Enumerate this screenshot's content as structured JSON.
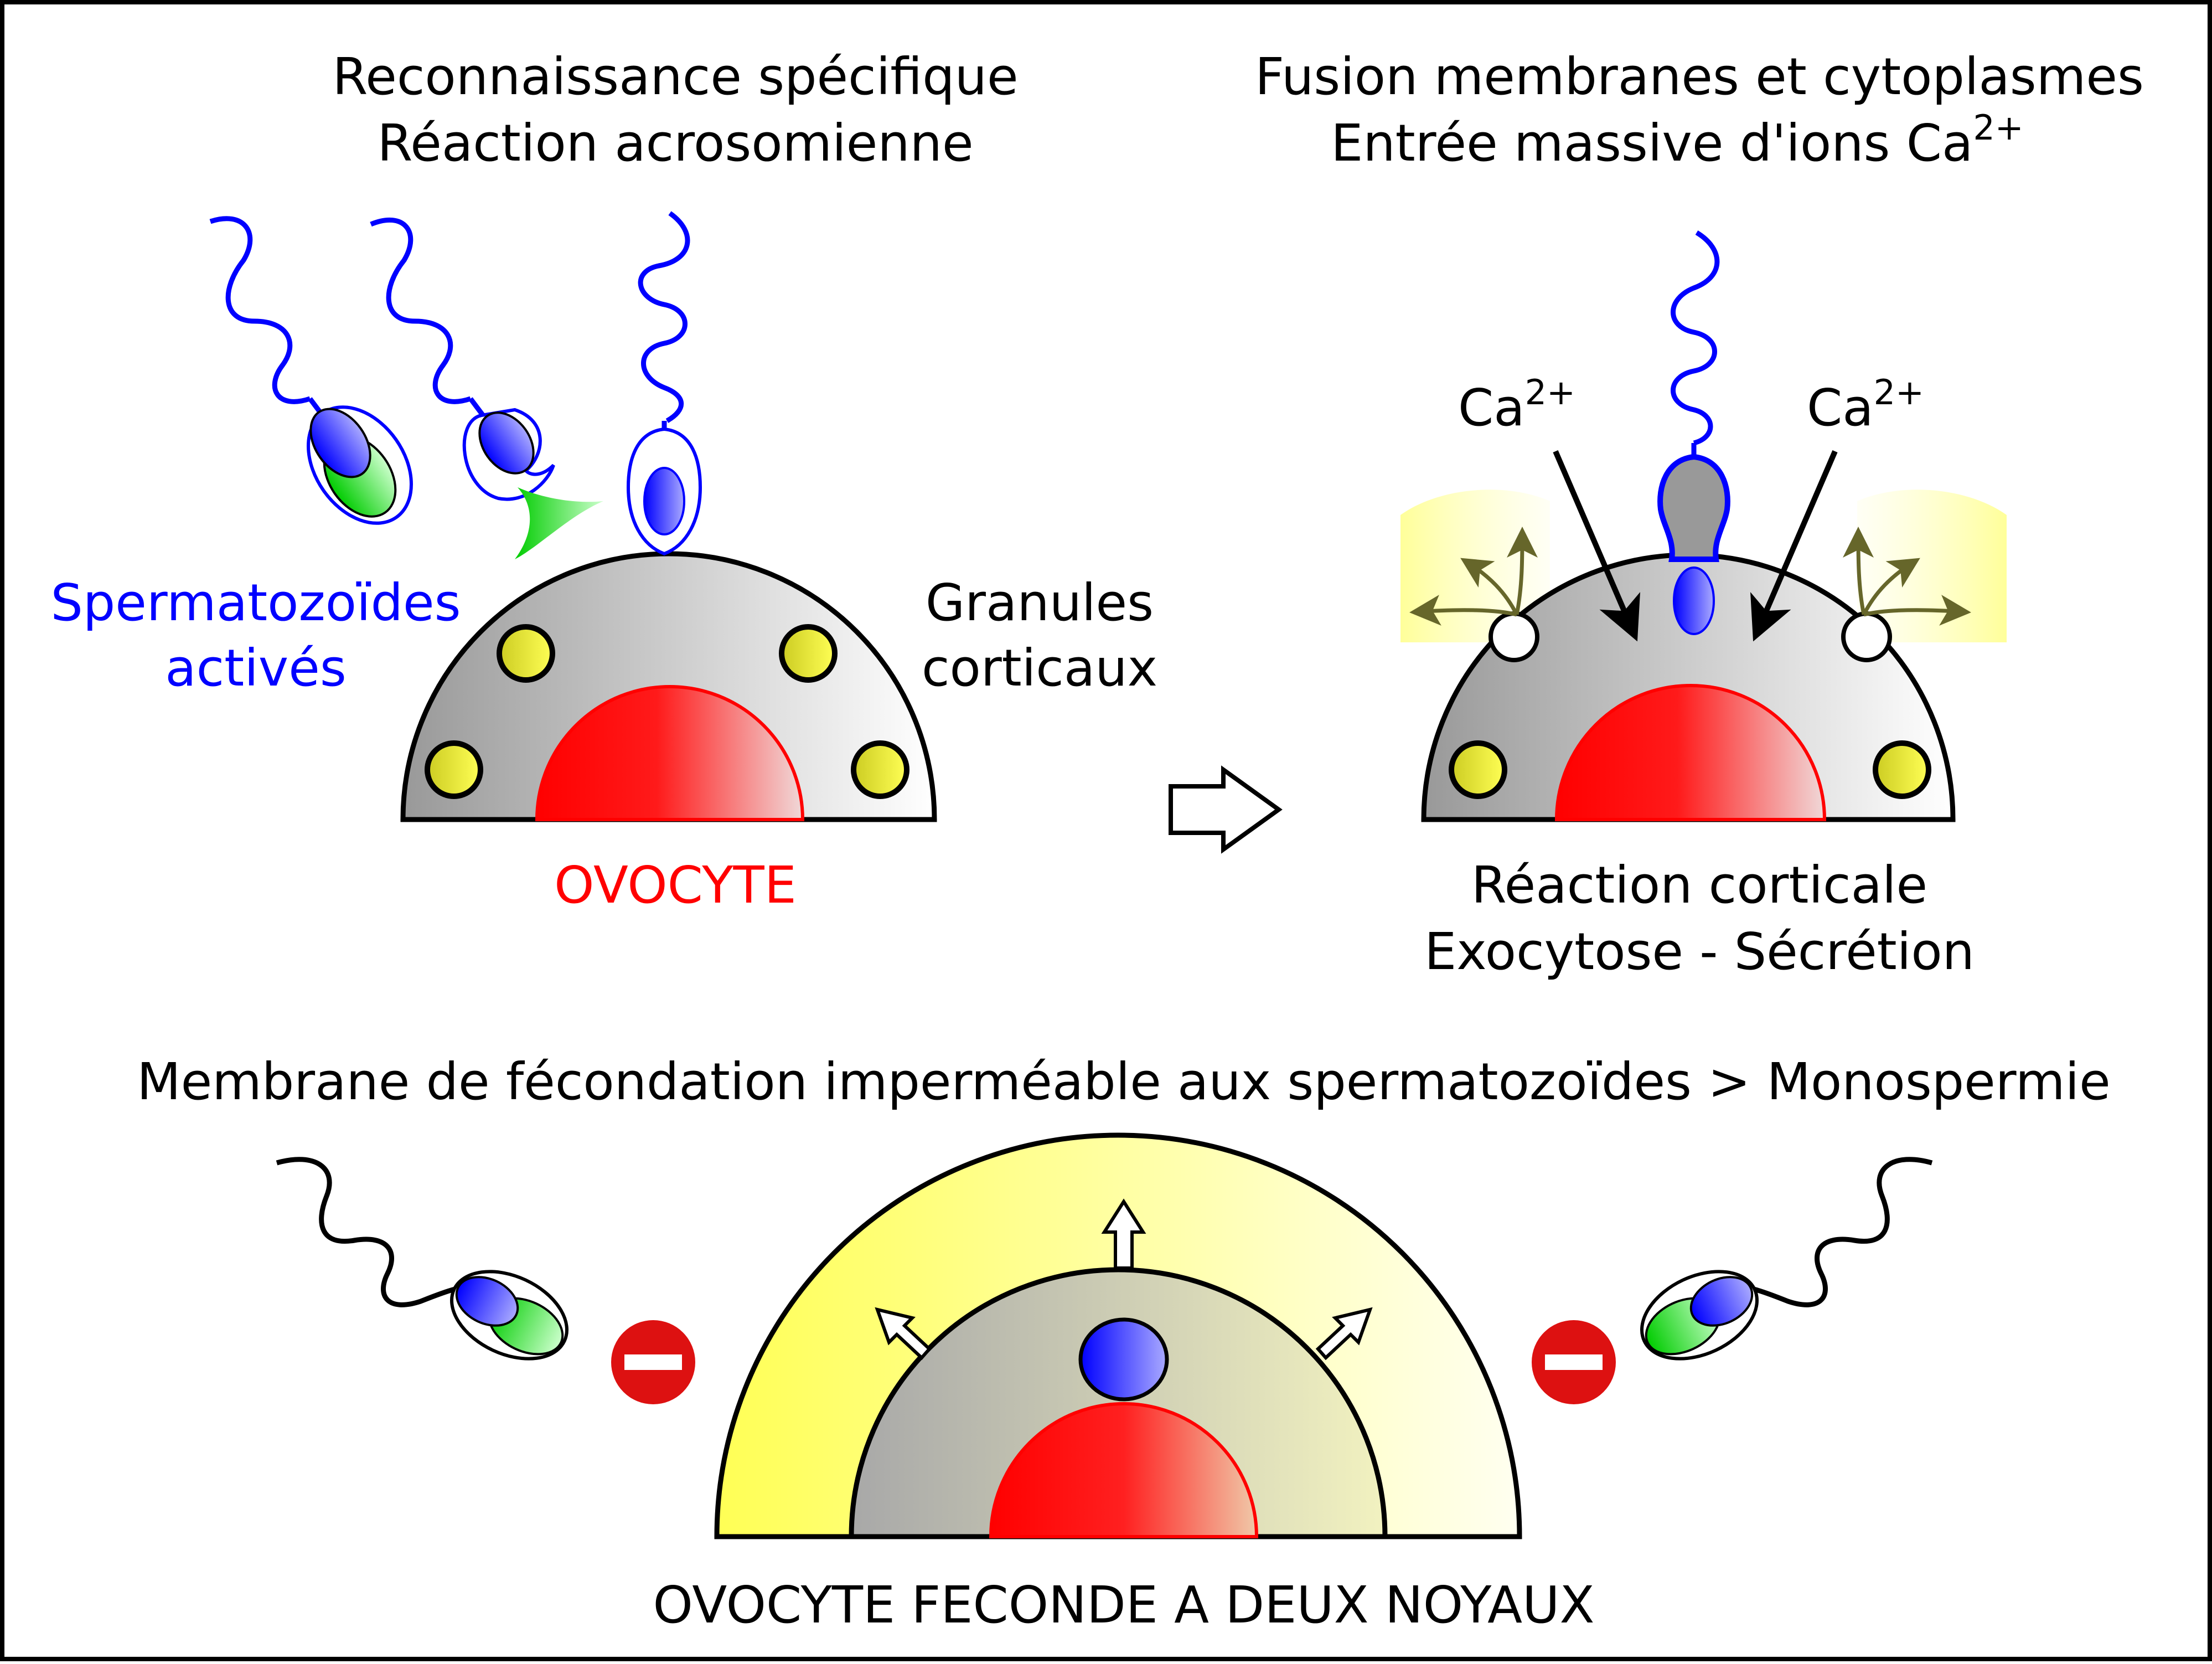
{
  "panel_top_left": {
    "heading_line1": "Reconnaissance spécifique",
    "heading_line2": "Réaction acrosomienne",
    "sperm_label_line1": "Spermatozoïdes",
    "sperm_label_line2": "activés",
    "granules_label_line1": "Granules",
    "granules_label_line2": "corticaux",
    "oocyte_label": "OVOCYTE"
  },
  "panel_top_right": {
    "heading_line1": "Fusion membranes et cytoplasmes",
    "heading_line2_text": "Entrée massive d'ions Ca",
    "heading_line2_sup": "2+",
    "ion_left": "Ca",
    "ion_left_sup": "2+",
    "ion_right": "Ca",
    "ion_right_sup": "2+",
    "caption_line1": "Réaction corticale",
    "caption_line2": "Exocytose  - Sécrétion"
  },
  "panel_bottom": {
    "heading": "Membrane de fécondation imperméable aux spermatozoïdes > Monospermie",
    "caption": "OVOCYTE FECONDE A DEUX NOYAUX"
  },
  "icons": [
    "right-arrow-icon",
    "no-entry-icon",
    "outward-arrow-icon",
    "ca-influx-arrow-icon",
    "secretion-arrow-icon"
  ],
  "colors": {
    "sperm_active": "#0000ff",
    "sperm_inactive": "#000000",
    "oocyte_nucleus": "#ff0000",
    "cortical_granule": "#ffff33",
    "cytoplasm": "#999999",
    "fertilization_membrane": "#ffff55",
    "acrosome": "#33ee33",
    "no_entry": "#dd1111"
  }
}
